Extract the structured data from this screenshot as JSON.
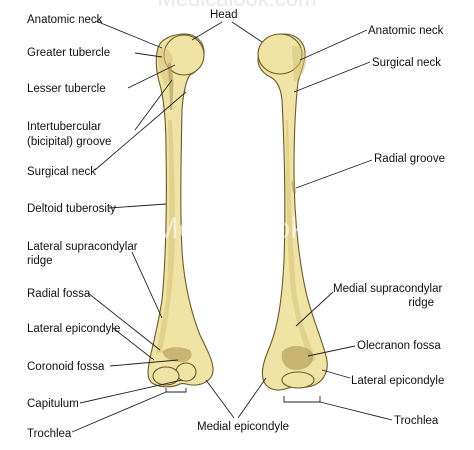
{
  "watermark_top": "Medicalook.com",
  "watermark_center": "Medicalook.com",
  "labels": {
    "head": "Head",
    "anatomic_neck_left": "Anatomic neck",
    "greater_tubercle": "Greater tubercle",
    "lesser_tubercle": "Lesser tubercle",
    "intertubercular_1": "Intertubercular",
    "intertubercular_2": "(bicipital) groove",
    "surgical_neck_left": "Surgical neck",
    "deltoid_tuberosity": "Deltoid tuberosity",
    "lateral_supracondylar_1": "Lateral supracondylar",
    "lateral_supracondylar_2": "ridge",
    "radial_fossa": "Radial fossa",
    "lateral_epicondyle_left": "Lateral epicondyle",
    "coronoid_fossa": "Coronoid fossa",
    "capitulum": "Capitulum",
    "trochlea_left": "Trochlea",
    "medial_epicondyle": "Medial epicondyle",
    "anatomic_neck_right": "Anatomic neck",
    "surgical_neck_right": "Surgical neck",
    "radial_groove": "Radial groove",
    "medial_supracondylar_1": "Medial supracondylar",
    "medial_supracondylar_2": "ridge",
    "olecranon_fossa": "Olecranon fossa",
    "lateral_epicondyle_right": "Lateral epicondyle",
    "trochlea_right": "Trochlea"
  }
}
